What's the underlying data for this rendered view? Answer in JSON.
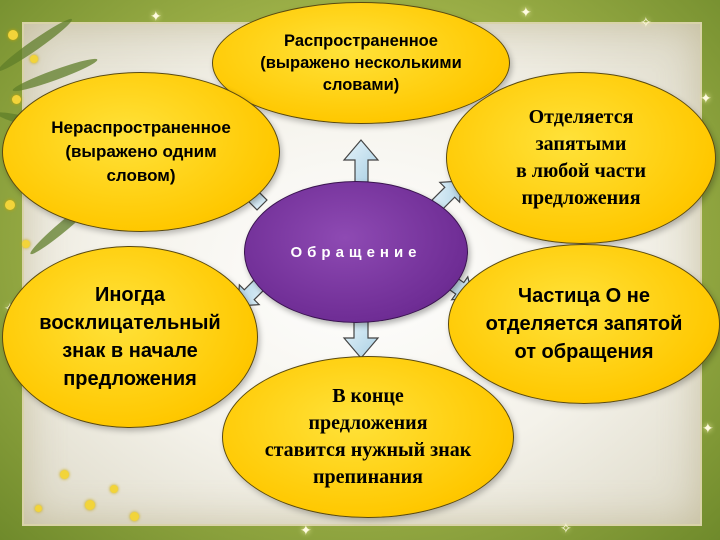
{
  "center": "Обращение",
  "ellipses": {
    "top": "Распространенное\n(выражено несколькими\nсловами)",
    "top_left": "Нераспространенное\n(выражено одним\nсловом)",
    "top_right": "Отделяется\nзапятыми\nв любой части\nпредложения",
    "left": "Иногда\nвосклицательный\nзнак в начале\nпредложения",
    "right": "Частица О не\nотделяется запятой\nот обращения",
    "bottom": "В конце\nпредложения\nставится нужный знак\nпрепинания"
  },
  "colors": {
    "ellipse_fill": "#ffc800",
    "center_fill": "#6f2d95",
    "arrow_fill": "#c6e3f2",
    "background_green": "#a8b94f"
  },
  "decoration": [
    "mimosa-branch",
    "sparkles"
  ]
}
